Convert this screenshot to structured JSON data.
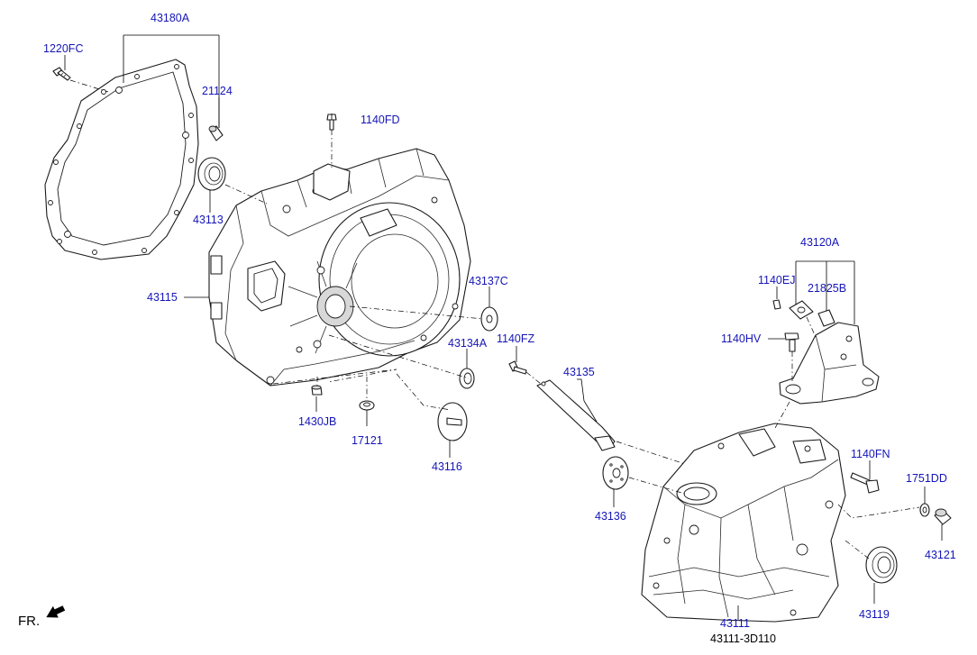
{
  "diagram_number": "43111-3D110",
  "direction_label": "FR.",
  "parts": {
    "gasket_group": "43180A",
    "bolt_1220FC": "1220FC",
    "dowel_21124": "21124",
    "bolt_1140FD": "1140FD",
    "seal_43113": "43113",
    "case_43115": "43115",
    "plug_43137C": "43137C",
    "seal_43134A": "43134A",
    "bolt_1140FZ": "1140FZ",
    "lever_43135": "43135",
    "pin_1430JB": "1430JB",
    "washer_17121": "17121",
    "magnet_43116": "43116",
    "bracket_group": "43120A",
    "bolt_1140EJ": "1140EJ",
    "bushing_21825B": "21825B",
    "bolt_1140HV": "1140HV",
    "bolt_1140FN": "1140FN",
    "washer_1751DD": "1751DD",
    "plug_43121": "43121",
    "plate_43136": "43136",
    "case_43111": "43111",
    "seal_43119": "43119"
  },
  "colors": {
    "callout": "#1515b8",
    "line": "#1a1a1a"
  }
}
